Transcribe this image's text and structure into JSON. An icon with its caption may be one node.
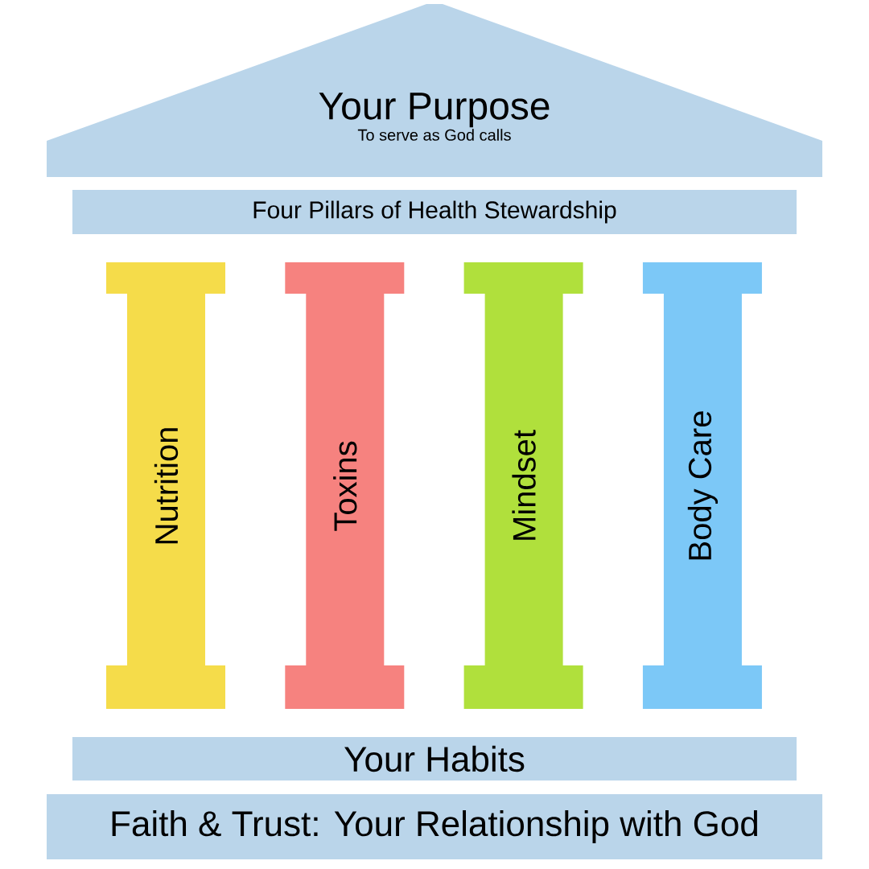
{
  "diagram": {
    "nodes": [
      {
        "text": [
          "Your Purpose",
          "To serve as God calls"
        ]
      },
      {
        "text": [
          "Four Pillars of Health Stewardship"
        ]
      },
      {
        "text": [
          "Nutrition"
        ]
      },
      {
        "text": [
          "Toxins"
        ]
      },
      {
        "text": [
          "Mindset"
        ]
      },
      {
        "text": [
          "Body Care"
        ]
      },
      {
        "text": [
          "Your Habits"
        ]
      },
      {
        "text": [
          "Faith & Trust: Your Relationship with God"
        ]
      }
    ]
  }
}
